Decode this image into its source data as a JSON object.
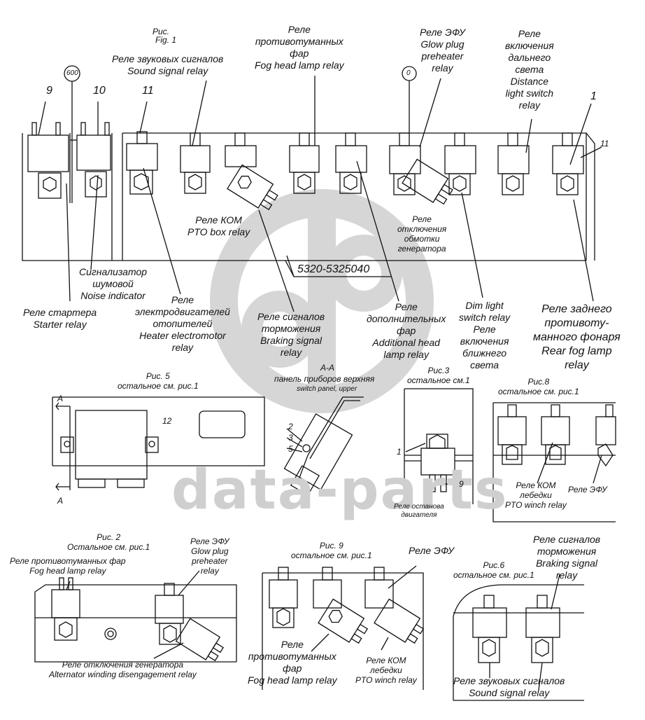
{
  "watermark": {
    "logo_letters": "dp",
    "text": "data-parts"
  },
  "fig1": {
    "fig_label": "Рис.",
    "fig_label_en": "Fig. 1",
    "part_number": "5320-5325040",
    "callout_600": "600",
    "callout_0": "0",
    "num_9": "9",
    "num_10": "10",
    "num_11": "11",
    "num_1": "1",
    "num_11b": "11",
    "sound_signal_relay": "Реле звуковых сигналов\nSound signal relay",
    "fog_head_lamp_relay": "Реле\nпротивотуманных\nфар\nFog head lamp relay",
    "glow_plug_relay": "Реле ЭФУ\nGlow plug\npreheater\nrelay",
    "distance_light_relay": "Реле\nвключения\nдальнего\nсвета\nDistance\nlight switch\nrelay",
    "pto_box_relay": "Реле КОМ\nPTO box relay",
    "generator_winding": "Реле\nотключения\nобмотки\nгенератора",
    "noise_indicator": "Сигнализатор\nшумовой\nNoise indicator",
    "starter_relay": "Реле стартера\nStarter relay",
    "heater_motor_relay": "Реле\nэлектродвигателей\nотопителей\nHeater electromotor\nrelay",
    "braking_signal_relay": "Реле сигналов\nторможения\nBraking signal\nrelay",
    "additional_head_lamp": "Реле\nдополнительных\nфар\nAdditional head\nlamp relay",
    "dim_light_relay": "Dim light\nswitch relay\nРеле\nвключения\nближнего\nсвета",
    "rear_fog_relay": "Реле заднего\nпротивоту-\nманного фонаря\nRear fog lamp\nrelay"
  },
  "fig5": {
    "title": "Рис. 5\nостальное см. рис.1",
    "num_12": "12",
    "section_a": "A",
    "section_a2": "A"
  },
  "section_aa": {
    "title": "А-А",
    "panel": "панель приборов верхняя",
    "panel_en": "switch panel, upper",
    "num_2": "2",
    "num_3": "3",
    "num_5": "5"
  },
  "fig3": {
    "title": "Рис.3\nостальное см.1",
    "num_1": "1",
    "num_9": "9",
    "engine_stop": "Реле останова\nдвигателя"
  },
  "fig8": {
    "title": "Рис.8\nостальное см. рис.1",
    "pto_winch": "Реле КОМ\nлебедки\nPTO winch relay",
    "efu": "Реле ЭФУ"
  },
  "fig2": {
    "title": "Рис. 2\nОстальное см. рис.1",
    "fog_relay": "Реле противотуманных фар\nFog head lamp relay",
    "glow_plug": "Реле ЭФУ\nGlow plug\npreheater\nrelay",
    "alternator": "Реле отключения генератора\nAlternator winding disengagement relay"
  },
  "fig9": {
    "title": "Рис. 9\nостальное см. рис.1",
    "efu": "Реле ЭФУ",
    "fog_relay": "Реле\nпротивотуманных\nфар\nFog head lamp relay",
    "pto_winch": "Реле КОМ\nлебедки\nPTO winch relay"
  },
  "fig6": {
    "title": "Рис.6\nостальное см. рис.1",
    "braking": "Реле сигналов\nторможения\nBraking signal\nrelay",
    "sound": "Реле звуковых сигналов\nSound signal relay"
  }
}
